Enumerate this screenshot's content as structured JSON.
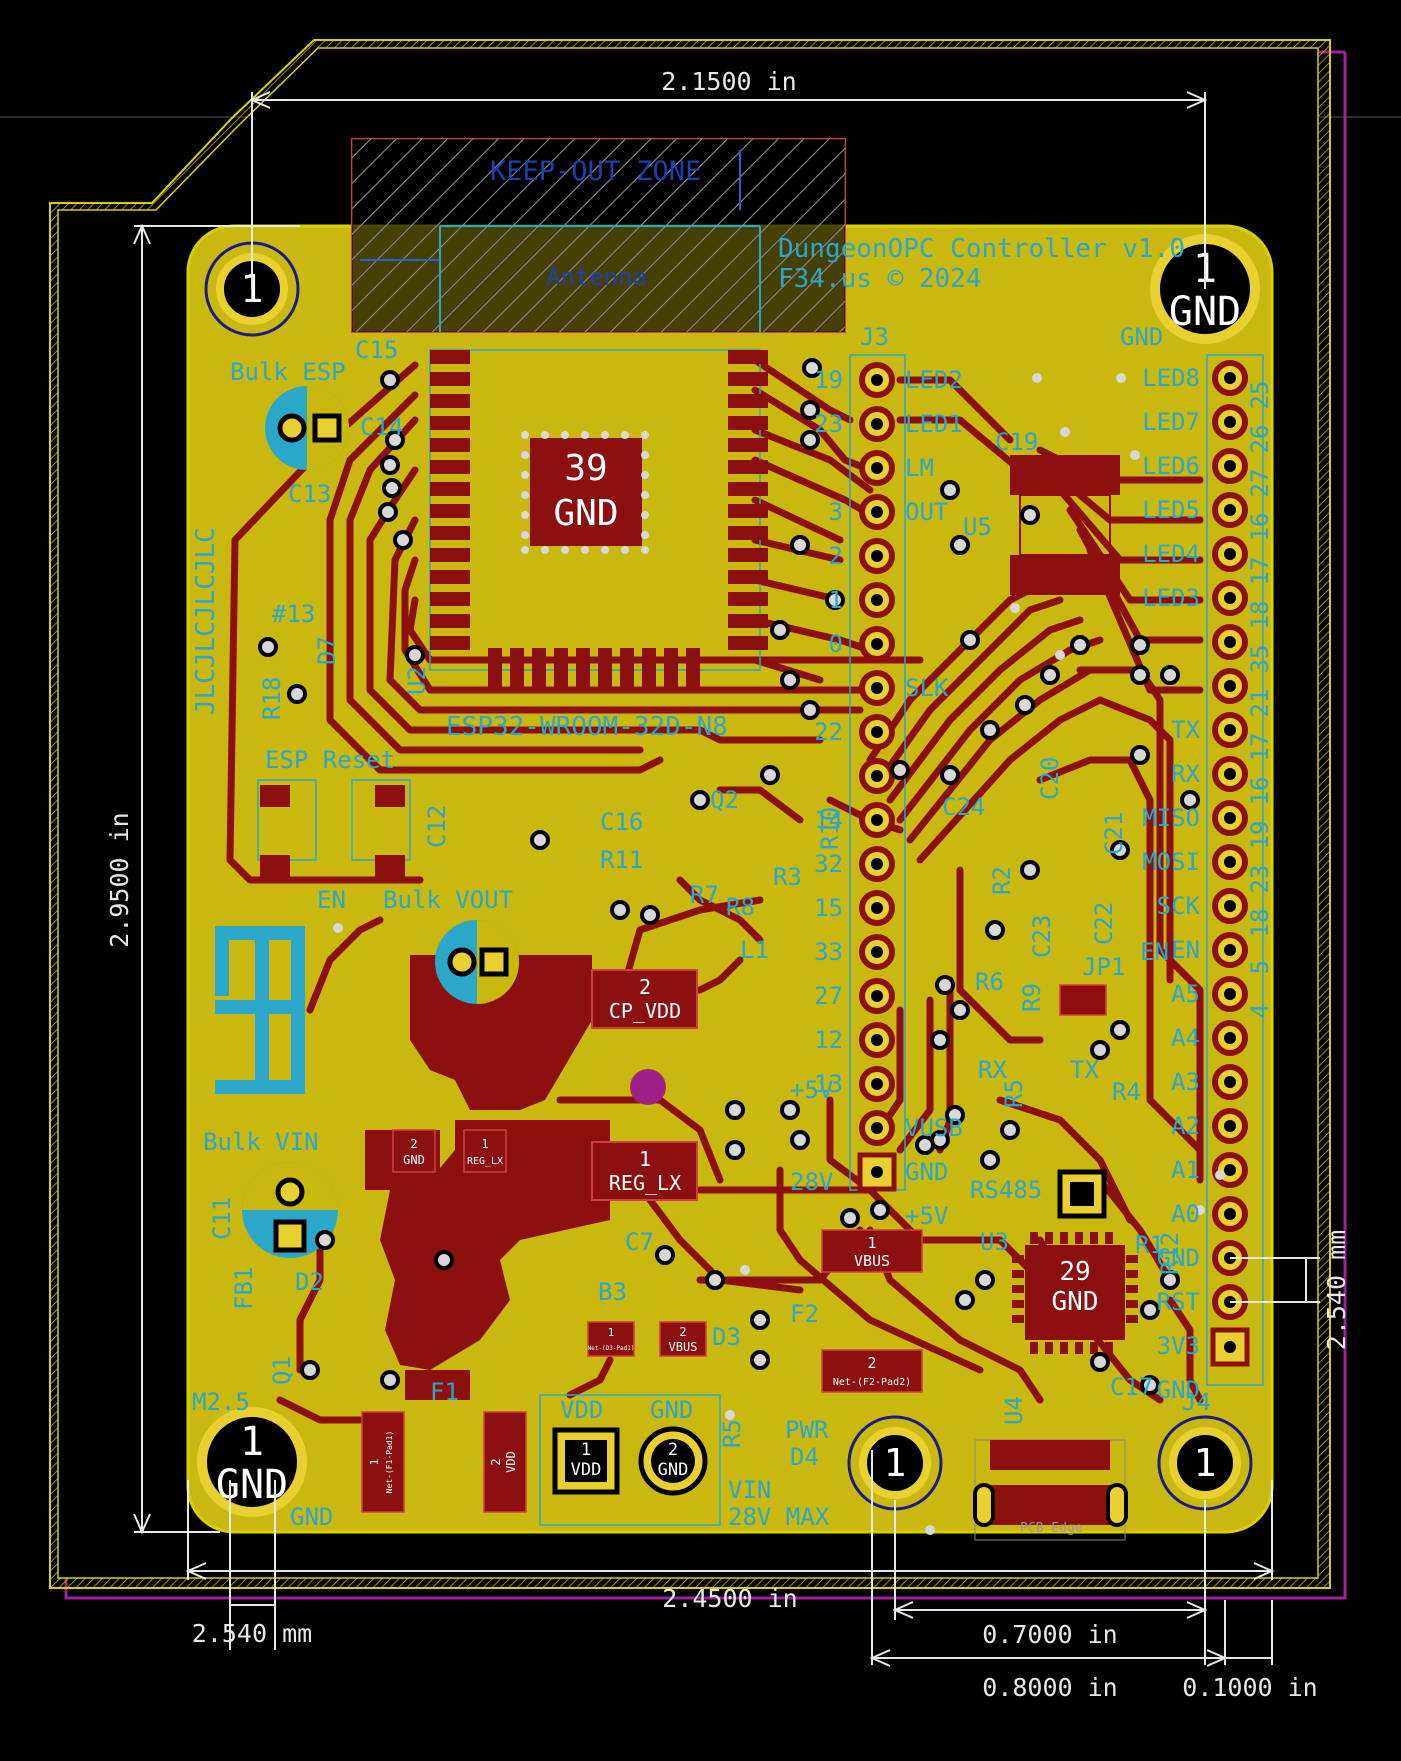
{
  "colors": {
    "background": "#000000",
    "copper_pour": "#c8b810",
    "copper_trace": "#8c1010",
    "silkscreen": "#2aa7c9",
    "board_edge": "#d8d000",
    "courtyard": "#a020a0",
    "dimension": "#e8e8e8",
    "via": "#d8d8d8",
    "pad_gold": "#e8d030",
    "keepout_hatch": "#888888"
  },
  "board": {
    "title_line1": "DungeonOPC Controller v1.0",
    "title_line2": "F34.us © 2024",
    "mfg_text": "JLCJLCJLCJLC",
    "keepout_label": "KEEP-OUT ZONE",
    "antenna_label": "Antenna",
    "module_label": "ESP32-WROOM-32D-N8",
    "module_ref": "U2"
  },
  "dimensions": {
    "top_width": "2.1500 in",
    "height": "2.9500 in",
    "bottom_width": "2.4500 in",
    "hole_offset": "2.540 mm",
    "right_pitch": "2.540 mm",
    "span_a": "0.7000 in",
    "span_b": "0.8000 in",
    "span_c": "0.1000 in"
  },
  "mounting_holes": {
    "tl": {
      "num": "1",
      "net": ""
    },
    "tr": {
      "num": "1",
      "net": "GND"
    },
    "bl": {
      "num": "1",
      "net": "GND"
    },
    "bm": {
      "num": "1",
      "net": ""
    },
    "br": {
      "num": "1",
      "net": ""
    }
  },
  "big_pads": {
    "esp_gnd": {
      "num": "39",
      "net": "GND"
    },
    "u3_gnd": {
      "num": "29",
      "net": "GND"
    },
    "cp_vdd": {
      "num": "2",
      "net": "CP_VDD"
    },
    "reg_lx": {
      "num": "1",
      "net": "REG_LX"
    },
    "gnd_small": {
      "num": "2",
      "net": "GND"
    },
    "reg_lx_small": {
      "num": "1",
      "net": "REG_LX"
    },
    "vbus_f2": {
      "num": "1",
      "net": "VBUS"
    },
    "f2_pad2": {
      "num": "2",
      "net": "Net-(F2-Pad2)"
    },
    "f1_pad1": {
      "num": "1",
      "net": "Net-(F1-Pad1)"
    },
    "f1_vdd": {
      "num": "2",
      "net": "VDD"
    },
    "d3_a": {
      "num": "1",
      "net": "Net-(D3-Pad1)"
    },
    "d3_b": {
      "num": "2",
      "net": "VBUS"
    },
    "term_vdd": {
      "num": "1",
      "net": "VDD"
    },
    "term_gnd": {
      "num": "2",
      "net": "GND"
    }
  },
  "j3": {
    "ref": "J3",
    "labels": [
      "19",
      "23",
      "",
      "3",
      "2",
      "1",
      "0",
      "",
      "22",
      "",
      "14",
      "32",
      "15",
      "33",
      "27",
      "12",
      "13",
      "",
      "",
      ""
    ],
    "right_labels": [
      "LED2",
      "LED1",
      "LM",
      "OUT",
      "",
      "",
      "",
      "SLK",
      "",
      "",
      "",
      "",
      "",
      "",
      "",
      "",
      "",
      "VUSB",
      "GND",
      "+5V"
    ]
  },
  "j4": {
    "ref": "J4",
    "left_labels": [
      "LED8",
      "LED7",
      "LED6",
      "LED5",
      "LED4",
      "LED3",
      "",
      "",
      "TX",
      "RX",
      "MISO",
      "MOSI",
      "SCK",
      "EN",
      "A5",
      "A4",
      "A3",
      "A2",
      "A1",
      "A0",
      "GND",
      "RST",
      "3V3",
      "GND"
    ],
    "right_labels": [
      "25",
      "26",
      "27",
      "16",
      "17",
      "18",
      "35",
      "21",
      "17",
      "16",
      "19",
      "23",
      "18",
      "5",
      "4",
      "",
      "",
      "",
      "",
      "",
      "",
      "",
      "",
      ""
    ]
  },
  "silk_labels": {
    "gnd_top": "GND",
    "bulk_esp": "Bulk ESP",
    "c15": "C15",
    "c14": "C14",
    "c13": "C13",
    "led13": "#13",
    "d7": "D7",
    "r18": "R18",
    "esp_reset": "ESP Reset",
    "c12": "C12",
    "en": "EN",
    "bulk_vout": "Bulk VOUT",
    "c16": "C16",
    "r11": "R11",
    "q2": "Q2",
    "r7": "R7",
    "r8": "R8",
    "r3": "R3",
    "l1": "L1",
    "r10": "R10",
    "c19": "C19",
    "u5": "U5",
    "c24": "C24",
    "c20": "C20",
    "c21": "C21",
    "r2": "R2",
    "c23": "C23",
    "c22": "C22",
    "jp1": "JP1",
    "r6": "R6",
    "r9": "R9",
    "rx": "RX",
    "tx": "TX",
    "r4": "R4",
    "r5b": "R5",
    "bulk_vin": "Bulk VIN",
    "c11": "C11",
    "d2": "D2",
    "fb1": "FB1",
    "q1": "Q1",
    "m25": "M2.5",
    "gnd_bl": "GND",
    "f1": "F1",
    "b3": "B3",
    "c7": "C7",
    "d3": "D3",
    "f2": "F2",
    "vdd": "VDD",
    "gnd_term": "GND",
    "vin": "VIN",
    "max": "28V MAX",
    "r5": "R5",
    "pwr": "PWR",
    "d4": "D4",
    "u4": "U4",
    "pcb_edge": "PCB Edge",
    "rs485": "RS485",
    "u3": "U3",
    "r1": "R1",
    "c17": "C17",
    "pp5v": "+5V",
    "p28v": "28V",
    "j4_ref": "J4",
    "j3_ref": "J3",
    "en2": "EN",
    "r12": "R12"
  }
}
